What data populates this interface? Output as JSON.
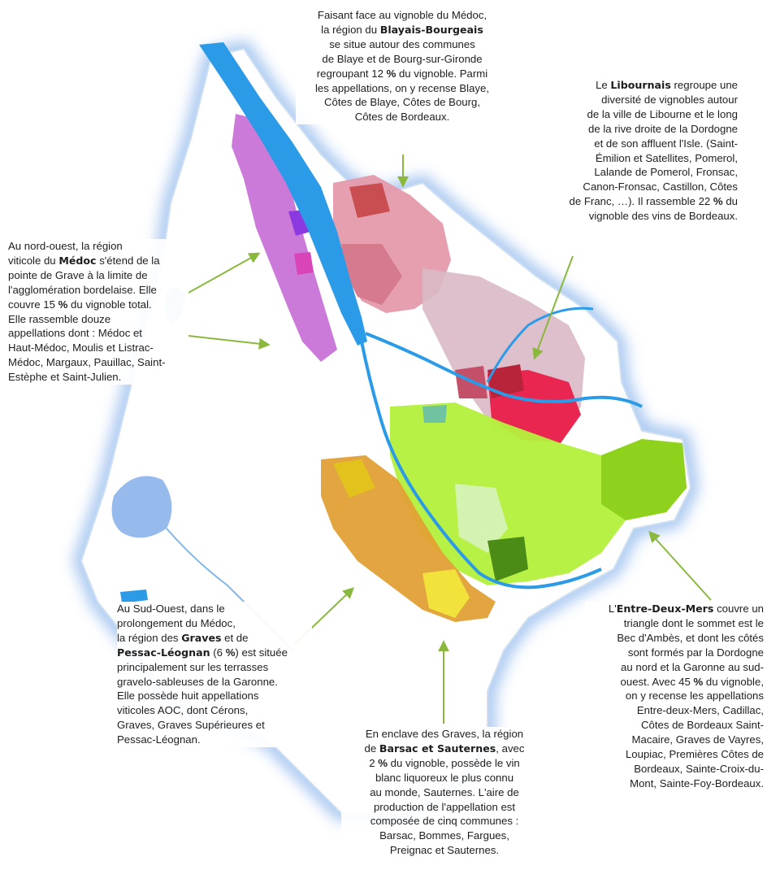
{
  "blaye": {
    "l1": "Faisant face au vignoble du Médoc,",
    "l2a": "la région du ",
    "l2b": "Blayais-Bourgeais",
    "l3": "se situe autour des communes",
    "l4": "de Blaye et de Bourg-sur-Gironde",
    "l5a": "regroupant 12 ",
    "l5b": "%",
    "l5c": " du vignoble. Parmi",
    "l6": "les appellations, on y recense Blaye,",
    "l7": "Côtes de Blaye, Côtes de Bourg,",
    "l8": "Côtes de Bordeaux."
  },
  "libournais": {
    "l1a": "Le ",
    "l1b": "Libournais",
    "l1c": " regroupe une",
    "l2": "diversité de vignobles autour",
    "l3": "de la ville de Libourne et le long",
    "l4": "de la rive droite de la Dordogne",
    "l5": "et de son affluent l'Isle. (Saint-",
    "l6": "Émilion et Satellites, Pomerol,",
    "l7": "Lalande de Pomerol, Fronsac,",
    "l8": "Canon-Fronsac, Castillon, Côtes",
    "l9a": "de Franc, …). Il rassemble 22 ",
    "l9b": "%",
    "l9c": " du",
    "l10": "vignoble des vins de Bordeaux."
  },
  "medoc": {
    "l1": "Au nord-ouest, la région",
    "l2a": "viticole du ",
    "l2b": "Médoc",
    "l2c": " s'étend de la",
    "l3": "pointe de Grave à la limite de",
    "l4": "l'agglomération bordelaise. Elle",
    "l5a": "couvre 15 ",
    "l5b": "%",
    "l5c": " du vignoble total.",
    "l6": "Elle rassemble douze",
    "l7": "appellations dont : Médoc et",
    "l8": "Haut-Médoc, Moulis et Listrac-",
    "l9": "Médoc, Margaux, Pauillac, Saint-",
    "l10": "Estèphe et Saint-Julien."
  },
  "graves": {
    "l1": "Au Sud-Ouest, dans le",
    "l2": "prolongement du Médoc,",
    "l3a": "la région des ",
    "l3b": "Graves",
    "l3c": " et de",
    "l4a": "Pessac-Léognan",
    "l4b": " (6 ",
    "l4c": "%",
    "l4d": ") est située",
    "l5": "principalement sur les terrasses",
    "l6": "gravelo-sableuses de la Garonne.",
    "l7": "Elle possède huit appellations",
    "l8": "viticoles AOC, dont Cérons,",
    "l9": "Graves, Graves Supérieures et",
    "l10": "Pessac-Léognan."
  },
  "entre": {
    "l1a": "L'",
    "l1b": "Entre-Deux-Mers",
    "l1c": " couvre un",
    "l2": "triangle dont le sommet est le",
    "l3": "Bec d'Ambès, et dont les côtés",
    "l4": "sont formés par la Dordogne",
    "l5": "au nord et la Garonne au sud-",
    "l6a": "ouest.  Avec 45 ",
    "l6b": "%",
    "l6c": " du vignoble,",
    "l7": "on y recense les appellations",
    "l8": "Entre-deux-Mers, Cadillac,",
    "l9": "Côtes de Bordeaux Saint-",
    "l10": "Macaire, Graves de Vayres,",
    "l11": "Loupiac, Premières Côtes de",
    "l12": "Bordeaux, Sainte-Croix-du-",
    "l13": "Mont, Sainte-Foy-Bordeaux."
  },
  "sauternes": {
    "l1": "En enclave des Graves, la région",
    "l2a": "de ",
    "l2b": "Barsac et Sauternes",
    "l2c": ", avec",
    "l3a": "2 ",
    "l3b": "%",
    "l3c": " du vignoble, possède le vin",
    "l4": "blanc liquoreux le plus connu",
    "l5": "au monde, Sauternes. L'aire de",
    "l6": "production de l'appellation est",
    "l7": "composée de cinq communes :",
    "l8": "Barsac, Bommes, Fargues,",
    "l9": "Preignac et Sauternes."
  },
  "colors": {
    "medoc": "#c86fd6",
    "blaye": "#e49aab",
    "libournais": "#e8264f",
    "entre_deux_mers": "#b4f03c",
    "graves": "#e0a035",
    "sauternes": "#f2e23c",
    "water": "#2b9be8",
    "arrow": "#8ab83c"
  }
}
